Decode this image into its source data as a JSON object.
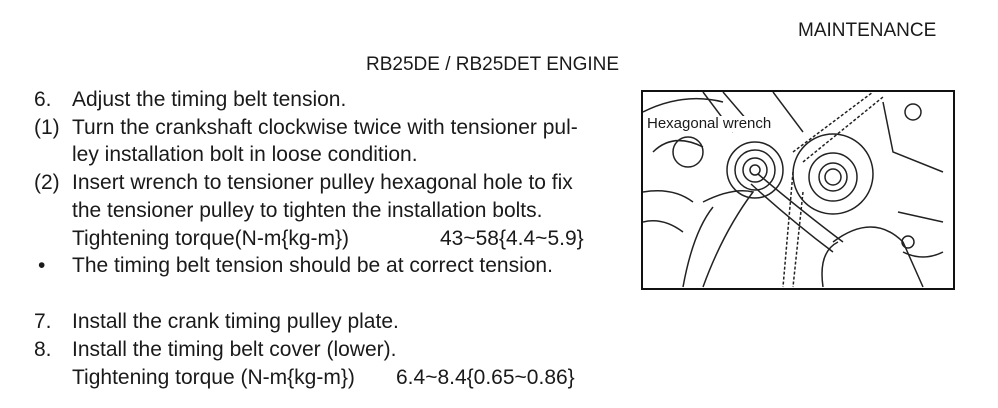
{
  "header": {
    "section": "MAINTENANCE",
    "engine": "RB25DE / RB25DET ENGINE"
  },
  "steps": [
    {
      "num": "6.",
      "lines": [
        "Adjust the timing belt tension."
      ]
    },
    {
      "num": "(1)",
      "lines": [
        "Turn the crankshaft clockwise twice with tensioner pul-",
        "ley installation bolt in loose condition."
      ]
    },
    {
      "num": "(2)",
      "lines": [
        "Insert wrench to tensioner pulley hexagonal hole to fix",
        "the tensioner pulley to tighten the installation bolts."
      ],
      "torque_label": "Tightening torque(N-m{kg-m})",
      "torque_value": "43~58{4.4~5.9}"
    },
    {
      "num": "•",
      "lines": [
        "The timing belt tension should be at correct tension."
      ]
    },
    {
      "num": "7.",
      "lines": [
        "Install the crank timing pulley plate."
      ]
    },
    {
      "num": "8.",
      "lines": [
        "Install the timing belt cover (lower)."
      ],
      "torque_label": "Tightening torque (N-m{kg-m})",
      "torque_value": "6.4~8.4{0.65~0.86}"
    }
  ],
  "figure": {
    "label": "Hexagonal wrench"
  }
}
